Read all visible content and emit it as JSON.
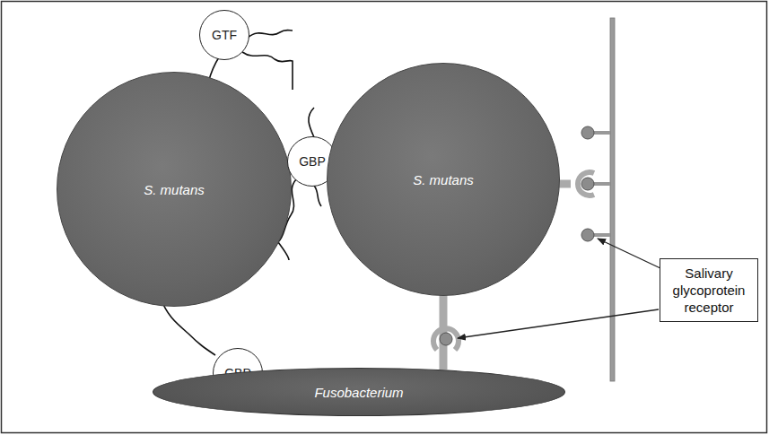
{
  "diagram": {
    "nodes": [
      {
        "text": [
          "S. mutans"
        ]
      },
      {
        "text": [
          "GTF"
        ]
      },
      {
        "text": [
          "GBP"
        ]
      },
      {
        "text": [
          "GBP"
        ]
      },
      {
        "text": [
          "S. mutans"
        ]
      },
      {
        "text": [
          "Fusobacterium"
        ]
      },
      {
        "text": [
          "Salivary glycoprotein receptor"
        ]
      }
    ],
    "edges": [
      {
        "from": 4,
        "to": 5,
        "arrow": "none"
      }
    ]
  }
}
